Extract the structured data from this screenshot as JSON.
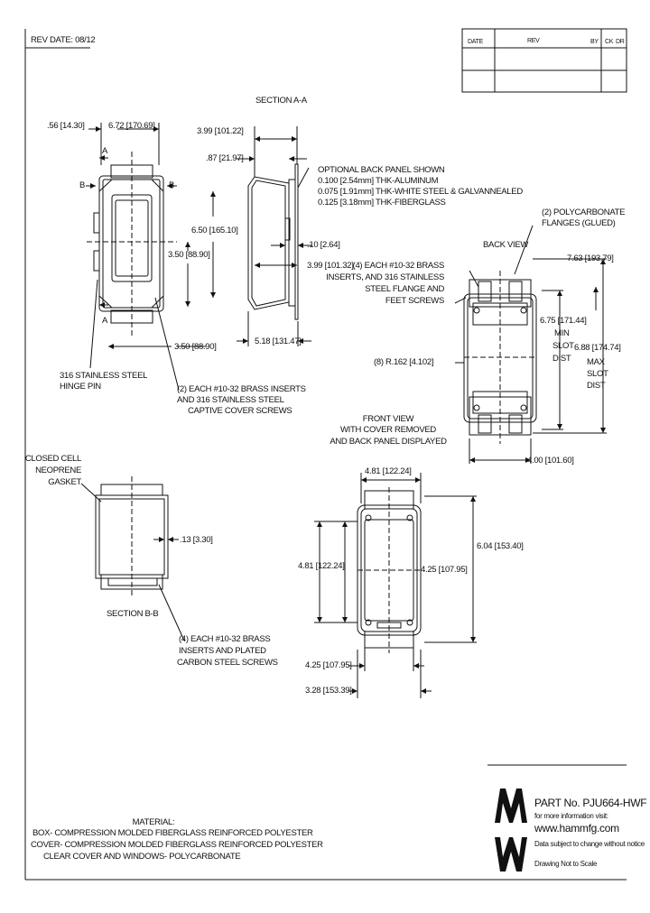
{
  "rev": {
    "label": "REV DATE: 08/12"
  },
  "title_block": {
    "cells": [
      "DATE",
      "REV",
      "BY",
      "CK",
      "DR"
    ]
  },
  "section_aa": {
    "title": "SECTION A-A",
    "dims": {
      "overall_depth": "3.99 [101.22]",
      "flange_offset": ".87 [21.97]",
      "panel_offset": ".10 [2.64]",
      "inner_depth": "3.99 [101.32]",
      "base_depth": "5.18 [131.47]"
    },
    "note_lines": [
      "OPTIONAL BACK PANEL SHOWN",
      "0.100 [2.54mm] THK-ALUMINUM",
      "0.075 [1.91mm] THK-WHITE STEEL & GALVANNEALED",
      "0.125 [3.18mm] THK-FIBERGLASS"
    ]
  },
  "front": {
    "dims": {
      "left_overhang": ".56 [14.30]",
      "overall_width": "6.72 [170.69]",
      "hinge_height": "6.50 [165.10]",
      "latch_height": "3.50 [88.90]",
      "bottom_width": "3.50 [88.90]"
    },
    "labels": {
      "section_a": "A",
      "section_b": "B"
    },
    "hinge_note": [
      "316 STAINLESS STEEL",
      "HINGE PIN"
    ],
    "inserts_note": [
      "(2) EACH #10-32 BRASS INSERTS",
      "AND 316 STAINLESS STEEL",
      "CAPTIVE COVER SCREWS"
    ]
  },
  "back_view": {
    "title": "BACK VIEW",
    "flanges_note": [
      "(2) POLYCARBONATE",
      "FLANGES (GLUED)"
    ],
    "inserts_note": [
      "(4) EACH #10-32 BRASS",
      "INSERTS, AND 316 STAINLESS",
      "STEEL FLANGE AND",
      "FEET SCREWS"
    ],
    "radius": "(8) R.162 [4.102]",
    "overall_height": "7.63 [193.79]",
    "min_slot": [
      "6.75 [171.44]",
      "MIN",
      "SLOT",
      "DIST"
    ],
    "max_slot": [
      "6.88 [174.74]",
      "MAX",
      "SLOT",
      "DIST"
    ],
    "width": "4.00 [101.60]",
    "caption": [
      "FRONT VIEW",
      "WITH COVER REMOVED",
      "AND BACK PANEL DISPLAYED"
    ]
  },
  "section_bb": {
    "title": "SECTION B-B",
    "gasket_note": [
      "CLOSED CELL",
      "NEOPRENE",
      "GASKET"
    ],
    "wall": ".13 [3.30]",
    "inserts_note": [
      "(4) EACH #10-32 BRASS",
      "INSERTS AND PLATED",
      "CARBON STEEL SCREWS"
    ]
  },
  "bottom_view": {
    "top_width": "4.81 [122.24]",
    "left_height": "4.81 [122.24]",
    "inner_height": "4.25 [107.95]",
    "overall_height": "6.04 [153.40]",
    "bottom_width": "4.25 [107.95]",
    "overall_width": "3.28 [153.39]"
  },
  "material": {
    "heading": "MATERIAL:",
    "lines": [
      "BOX- COMPRESSION MOLDED FIBERGLASS REINFORCED POLYESTER",
      "COVER- COMPRESSION MOLDED FIBERGLASS REINFORCED POLYESTER",
      "CLEAR COVER AND WINDOWS- POLYCARBONATE"
    ]
  },
  "part": {
    "number": "PART No. PJU664-HWF",
    "info": "for more information visit:",
    "url": "www.hammfg.com",
    "notice": "Data subject to change without notice",
    "scale": "Drawing Not to Scale"
  }
}
